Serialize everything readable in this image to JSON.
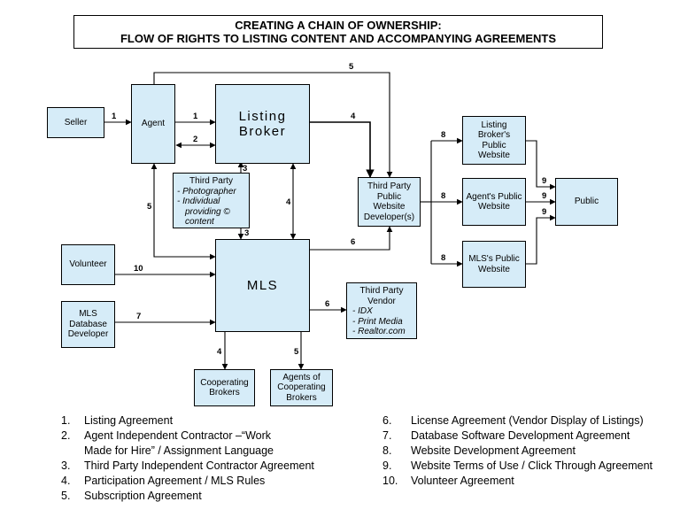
{
  "title": {
    "line1": "CREATING A CHAIN OF OWNERSHIP:",
    "line2": "FLOW OF RIGHTS TO LISTING CONTENT AND ACCOMPANYING AGREEMENTS"
  },
  "nodes": {
    "seller": "Seller",
    "agent": "Agent",
    "listing_broker": [
      "Listing",
      "Broker"
    ],
    "third_party": {
      "heading": "Third Party",
      "items": [
        "- Photographer",
        "- Individual",
        "providing ©",
        "content"
      ]
    },
    "mls": "MLS",
    "volunteer": "Volunteer",
    "mls_db_dev": [
      "MLS",
      "Database",
      "Developer"
    ],
    "third_party_vendor": {
      "heading": [
        "Third Party",
        "Vendor"
      ],
      "items": [
        "- IDX",
        "- Print Media",
        "- Realtor.com"
      ]
    },
    "cooperating_brokers": [
      "Cooperating",
      "Brokers"
    ],
    "agents_coop": [
      "Agents of",
      "Cooperating",
      "Brokers"
    ],
    "tp_web_dev": [
      "Third Party",
      "Public",
      "Website",
      "Developer(s)"
    ],
    "listing_broker_site": [
      "Listing",
      "Broker's",
      "Public",
      "Website"
    ],
    "agent_site": [
      "Agent's Public",
      "Website"
    ],
    "mls_site": [
      "MLS's Public",
      "Website"
    ],
    "public": "Public"
  },
  "edge_labels": {
    "seller_agent": "1",
    "agent_broker": "1",
    "broker_agent": "2",
    "agent_top": "5",
    "broker_dev": "4",
    "third_to_broker": "3",
    "third_to_mls": "3",
    "agent_mls": "5",
    "broker_mls": "4",
    "mls_dev": "6",
    "volunteer_mls": "10",
    "dbdev_mls": "7",
    "mls_vendor": "6",
    "mls_coop": "4",
    "mls_agents": "5",
    "dev_site1": "8",
    "dev_site2": "8",
    "dev_site3": "8",
    "site1_public": "9",
    "site2_public": "9",
    "site3_public": "9"
  },
  "legend_left": [
    {
      "num": "1.",
      "text": "Listing Agreement"
    },
    {
      "num": "2.",
      "text": "Agent Independent Contractor –“Work",
      "cont": "Made for Hire” / Assignment Language"
    },
    {
      "num": "3.",
      "text": "Third Party Independent Contractor Agreement"
    },
    {
      "num": "4.",
      "text": "Participation Agreement / MLS Rules"
    },
    {
      "num": "5.",
      "text": "Subscription Agreement"
    }
  ],
  "legend_right": [
    {
      "num": "6.",
      "text": "License Agreement (Vendor Display of Listings)"
    },
    {
      "num": "7.",
      "text": "Database Software Development Agreement"
    },
    {
      "num": "8.",
      "text": "Website Development Agreement"
    },
    {
      "num": "9.",
      "text": "Website Terms of Use / Click Through Agreement"
    },
    {
      "num": "10.",
      "text": "Volunteer Agreement"
    }
  ]
}
